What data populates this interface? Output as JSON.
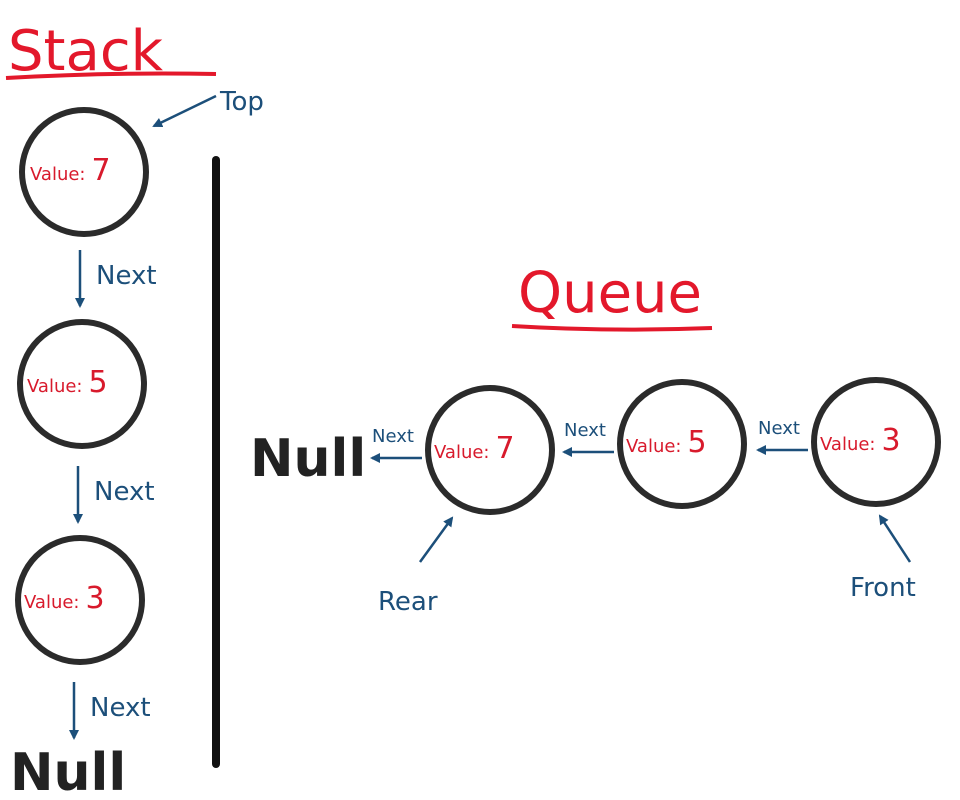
{
  "stack": {
    "title": "Stack",
    "top_label": "Top",
    "nodes": [
      {
        "value_label": "Value:",
        "value": "7",
        "next_label": "Next"
      },
      {
        "value_label": "Value:",
        "value": "5",
        "next_label": "Next"
      },
      {
        "value_label": "Value:",
        "value": "3",
        "next_label": "Next"
      }
    ],
    "null_label": "Null"
  },
  "queue": {
    "title": "Queue",
    "null_label": "Null",
    "nodes": [
      {
        "value_label": "Value:",
        "value": "7",
        "next_label": "Next"
      },
      {
        "value_label": "Value:",
        "value": "5",
        "next_label": "Next"
      },
      {
        "value_label": "Value:",
        "value": "3",
        "next_label": "Next"
      }
    ],
    "rear_label": "Rear",
    "front_label": "Front"
  },
  "colors": {
    "title_red": "#e3182b",
    "value_red": "#d81a2c",
    "arrow_blue": "#1c4f7a",
    "outline": "#2b2b2b",
    "divider": "#111111"
  }
}
